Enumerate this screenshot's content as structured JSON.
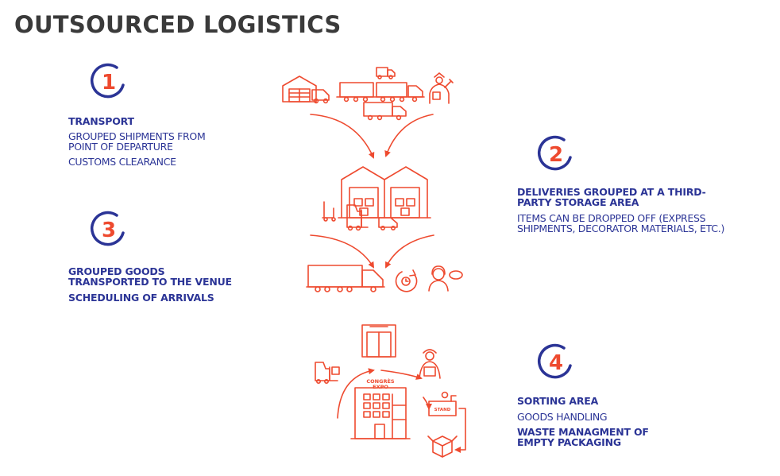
{
  "title": "OUTSOURCED LOGISTICS",
  "colors": {
    "accent": "#ee4a2f",
    "navy": "#2b3496",
    "title": "#3a3a3a"
  },
  "steps": [
    {
      "number": "1",
      "heading": "TRANSPORT",
      "details": [
        "GROUPED SHIPMENTS FROM POINT OF DEPARTURE",
        "CUSTOMS CLEARANCE"
      ]
    },
    {
      "number": "2",
      "heading": "DELIVERIES GROUPED AT A THIRD-PARTY STORAGE AREA",
      "details": [
        "ITEMS CAN BE DROPPED OFF (EXPRESS SHIPMENTS, DECORATOR MATERIALS, ETC.)"
      ]
    },
    {
      "number": "3",
      "heading": "GROUPED GOODS TRANSPORTED TO THE VENUE",
      "details": [
        "SCHEDULING OF ARRIVALS"
      ]
    },
    {
      "number": "4",
      "heading": "SORTING AREA",
      "details": [
        "GOODS HANDLING",
        "WASTE MANAGMENT OF EMPTY PACKAGING"
      ]
    }
  ],
  "illustration": {
    "venue_sign_line1": "CONGRÈS",
    "venue_sign_line2": "EXPO",
    "stand_label": "STAND"
  }
}
